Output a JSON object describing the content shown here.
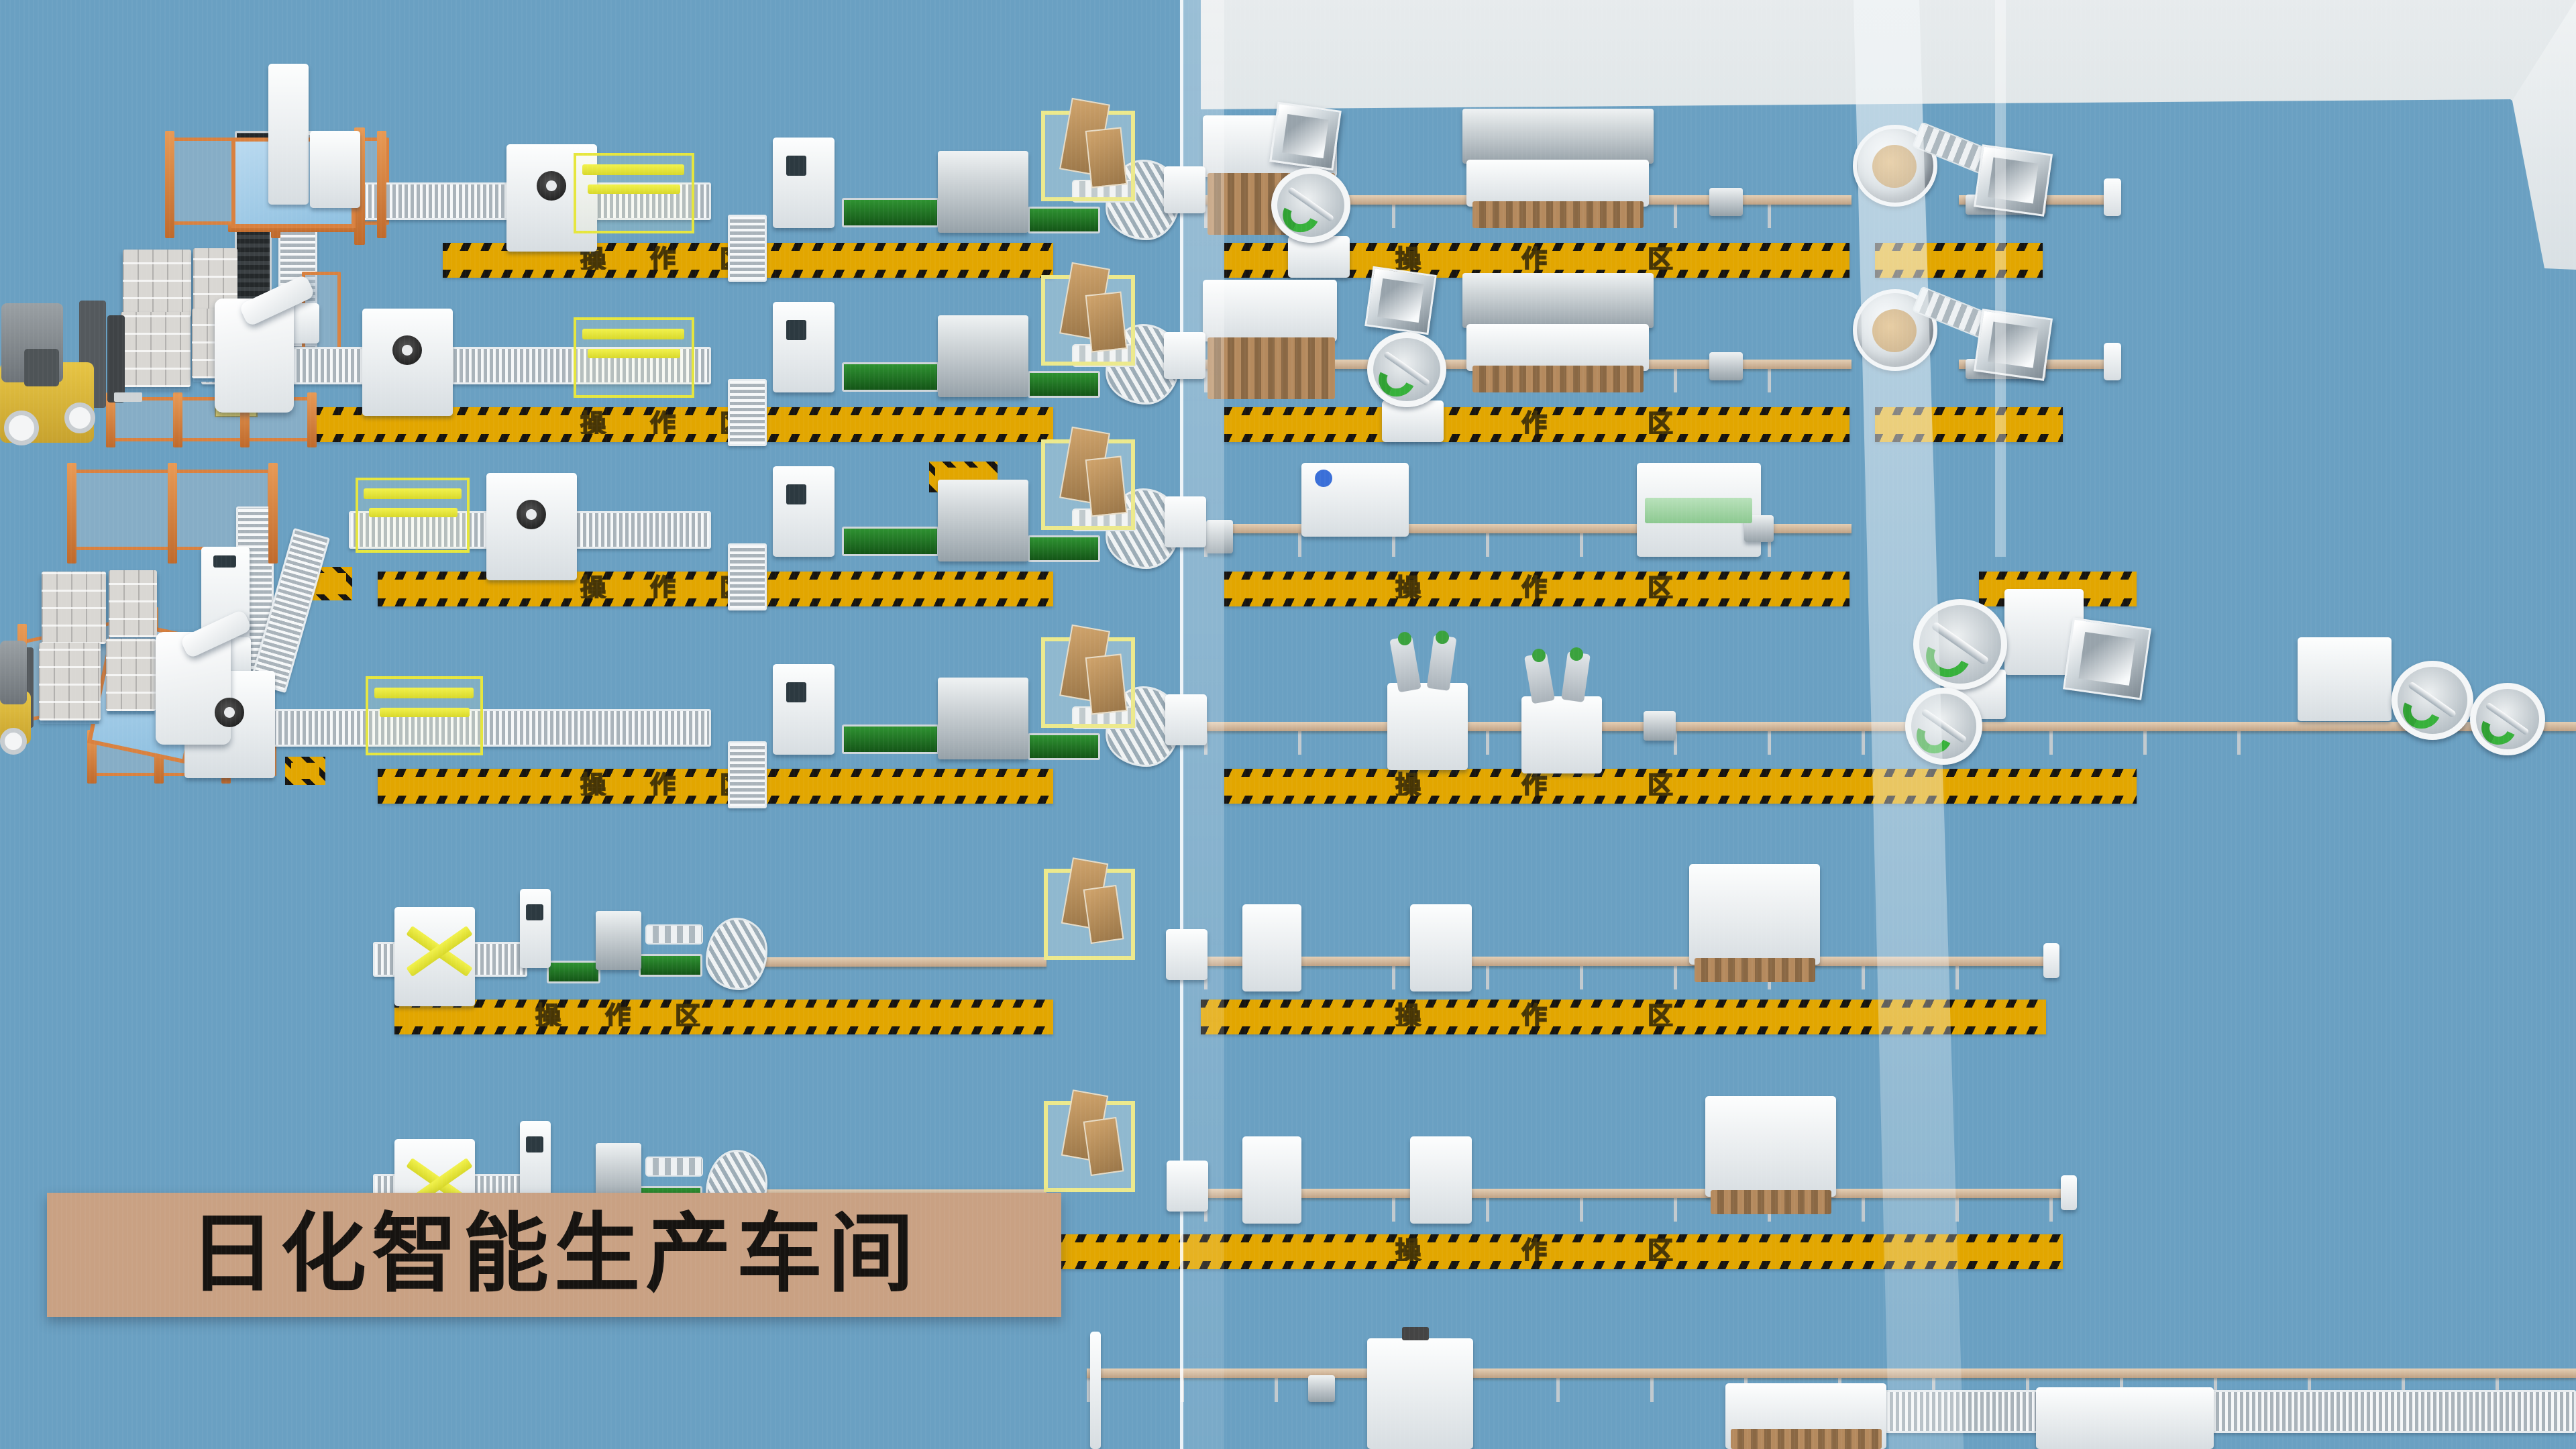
{
  "title": {
    "text": "日化智能生产车间"
  },
  "zones": {
    "label": "操作区",
    "chars": [
      "操",
      "作",
      "区"
    ]
  },
  "colors": {
    "floor": "#6aa0c2",
    "wall": "#e0e6e8",
    "strip_gold": "#e2a600",
    "hazard_black": "#17140f",
    "title_bg": "#c9a183",
    "fence_orange": "#d9813f",
    "forklift_yellow": "#e0b83d",
    "belt_green": "#1d7a20",
    "conveyor_tan": "#c9ab8d",
    "glass_white": "#ffffff"
  },
  "equipment": {
    "palletizing_cell": "palletizing-cell",
    "stretch_wrapper": "stretch-wrapper",
    "carton_former": "carton-former",
    "case_conveyor": "roller-conveyor",
    "filling_machine": "filling-machine",
    "rotary_bowl": "rotary-unscrambler",
    "mix_tank": "mixing-tank",
    "bucket_elevator": "bucket-elevator",
    "hopper": "feed-hopper",
    "forklift": "forklift",
    "operation_zone": "operation-zone"
  }
}
